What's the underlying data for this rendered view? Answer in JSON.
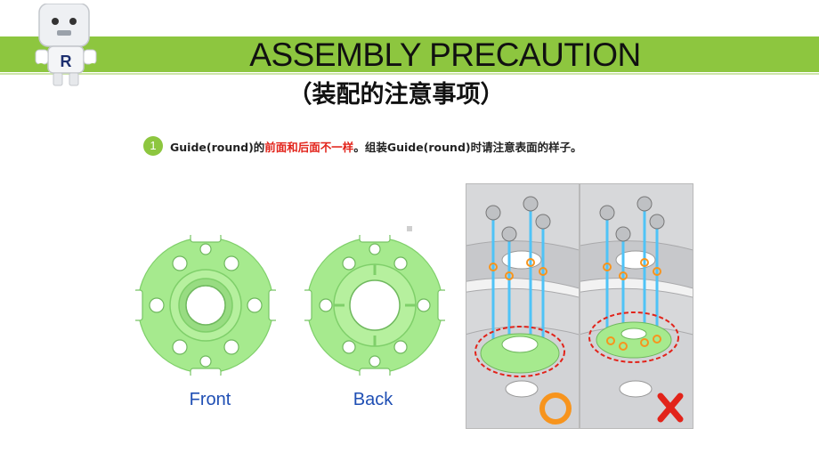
{
  "header": {
    "title": "ASSEMBLY PRECAUTION",
    "subtitle": "（装配的注意事项）"
  },
  "instruction": {
    "number": "1",
    "text_part1": "Guide(round)的",
    "text_highlight": "前面和后面不一样",
    "text_part2": "。组装Guide(round)时请注意表面的样子。"
  },
  "parts": {
    "front_label": "Front",
    "back_label": "Back"
  },
  "photos": {
    "correct_mark": "circle-ok-icon",
    "wrong_mark": "cross-x-icon"
  },
  "colors": {
    "accent_green": "#8dc63f",
    "part_green": "#a6ea8e",
    "caption_blue": "#1f4fb4",
    "highlight_red": "#e2231a",
    "ok_orange": "#f7941d"
  }
}
